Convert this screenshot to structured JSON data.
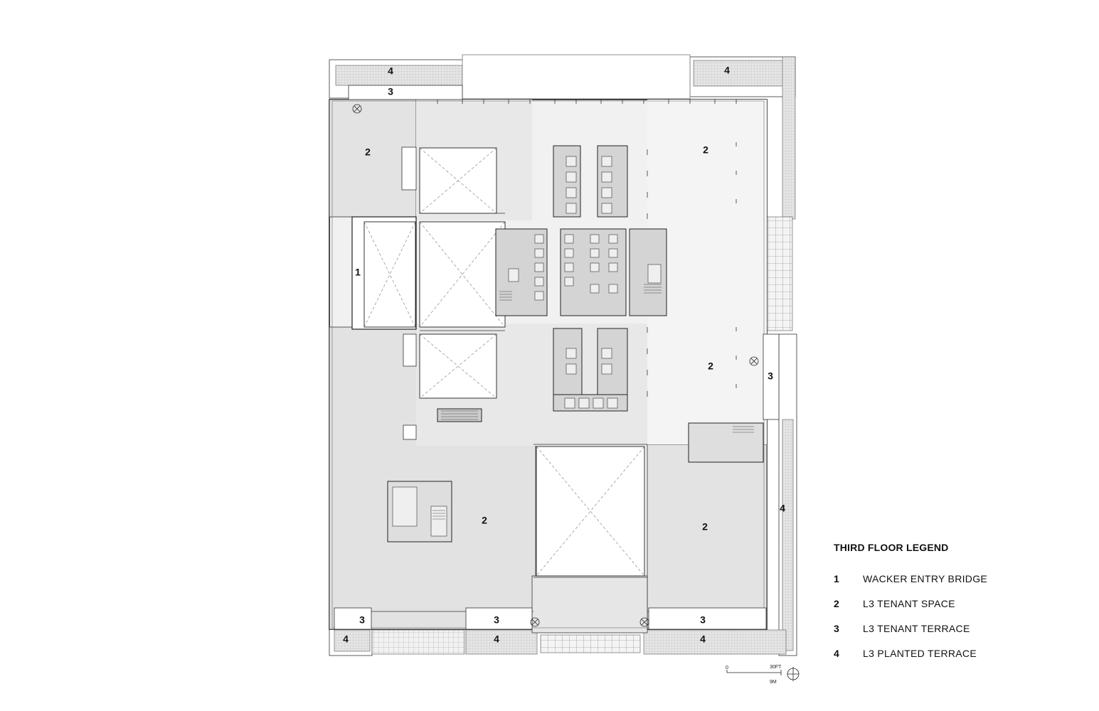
{
  "plan": {
    "area_labels": [
      {
        "id": "bridge-west",
        "text": "1"
      },
      {
        "id": "tenant-nw",
        "text": "2"
      },
      {
        "id": "tenant-ne",
        "text": "2"
      },
      {
        "id": "tenant-e",
        "text": "2"
      },
      {
        "id": "tenant-sw",
        "text": "2"
      },
      {
        "id": "tenant-se",
        "text": "2"
      },
      {
        "id": "terrace-nw",
        "text": "3"
      },
      {
        "id": "terrace-e",
        "text": "3"
      },
      {
        "id": "terrace-sw-a",
        "text": "3"
      },
      {
        "id": "terrace-sw-b",
        "text": "3"
      },
      {
        "id": "terrace-se",
        "text": "3"
      },
      {
        "id": "planted-nw",
        "text": "4"
      },
      {
        "id": "planted-ne",
        "text": "4"
      },
      {
        "id": "planted-e",
        "text": "4"
      },
      {
        "id": "planted-sw-a",
        "text": "4"
      },
      {
        "id": "planted-sw-b",
        "text": "4"
      },
      {
        "id": "planted-se",
        "text": "4"
      }
    ]
  },
  "legend": {
    "title": "THIRD FLOOR LEGEND",
    "items": [
      {
        "number": "1",
        "label": "WACKER ENTRY BRIDGE"
      },
      {
        "number": "2",
        "label": "L3 TENANT SPACE"
      },
      {
        "number": "3",
        "label": "L3 TENANT TERRACE"
      },
      {
        "number": "4",
        "label": "L3 PLANTED TERRACE"
      }
    ]
  },
  "scale_bar": {
    "zero": "0",
    "imperial": "30FT",
    "metric": "9M"
  }
}
